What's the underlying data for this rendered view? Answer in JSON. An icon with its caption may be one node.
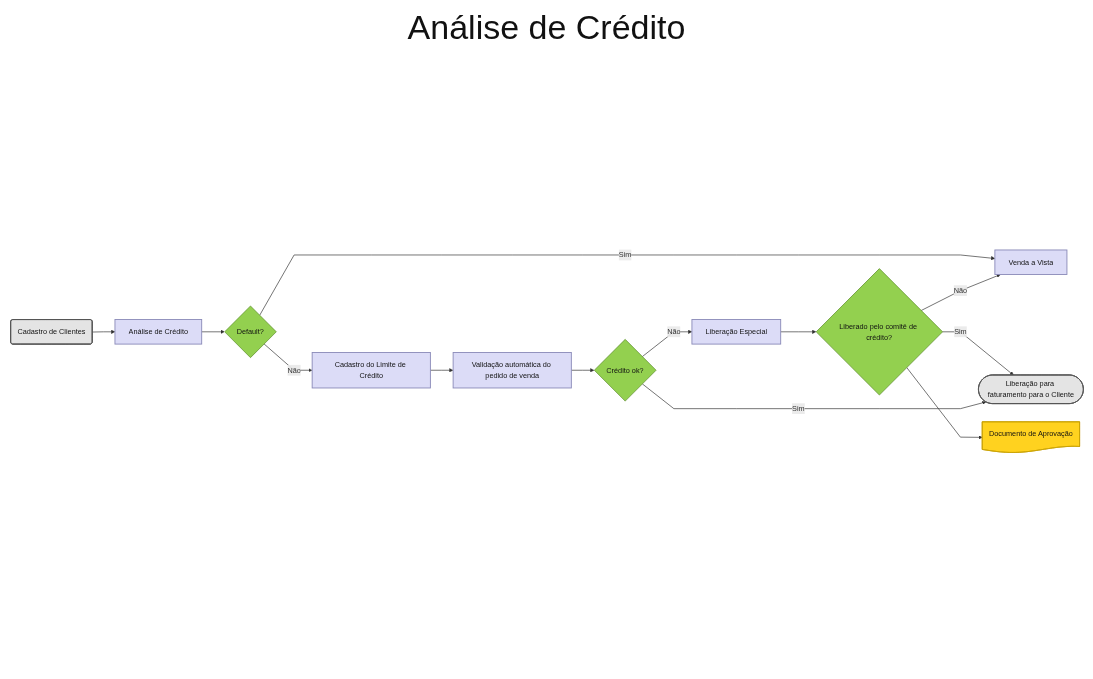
{
  "diagram": {
    "title": "Análise de Crédito",
    "nodes": [
      {
        "text": [
          "Cadastro de Clientes"
        ]
      },
      {
        "text": [
          "Análise de Crédito"
        ]
      },
      {
        "text": [
          "Default?"
        ]
      },
      {
        "text": [
          "Cadastro do Limite de Crédito"
        ]
      },
      {
        "text": [
          "Venda a Vista"
        ]
      },
      {
        "text": [
          "Validação automática do pedido de venda"
        ]
      },
      {
        "text": [
          "Crédito ok?"
        ]
      },
      {
        "text": [
          "Liberação Especial"
        ]
      },
      {
        "text": [
          "Liberado pelo comitê de crédito?"
        ]
      },
      {
        "text": [
          "Liberação para faturamento para o Cliente"
        ]
      },
      {
        "text": [
          "Documento de Aprovação"
        ]
      }
    ],
    "edges": [
      {
        "from": 0,
        "to": 1,
        "arrow": "to"
      },
      {
        "from": 1,
        "to": 2,
        "arrow": "to"
      },
      {
        "from": 2,
        "to": 4,
        "arrow": "to",
        "label": "Sim"
      },
      {
        "from": 2,
        "to": 3,
        "arrow": "to",
        "label": "Não"
      },
      {
        "from": 3,
        "to": 5,
        "arrow": "to"
      },
      {
        "from": 5,
        "to": 6,
        "arrow": "to"
      },
      {
        "from": 6,
        "to": 7,
        "arrow": "to",
        "label": "Não"
      },
      {
        "from": 7,
        "to": 8,
        "arrow": "to"
      },
      {
        "from": 8,
        "to": 4,
        "arrow": "to",
        "label": "Não"
      },
      {
        "from": 8,
        "to": 9,
        "arrow": "to",
        "label": "Sim"
      },
      {
        "from": 8,
        "to": 10,
        "arrow": "to"
      },
      {
        "from": 6,
        "to": 9,
        "arrow": "to",
        "label": "Sim"
      }
    ]
  }
}
